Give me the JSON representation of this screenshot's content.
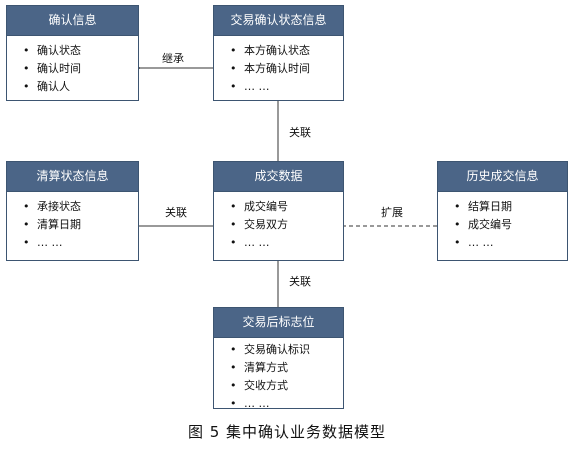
{
  "entities": {
    "confirm_info": {
      "title": "确认信息",
      "fields": [
        "确认状态",
        "确认时间",
        "确认人"
      ]
    },
    "trade_confirm_status": {
      "title": "交易确认状态信息",
      "fields": [
        "本方确认状态",
        "本方确认时间",
        "…  …"
      ]
    },
    "clearing_status": {
      "title": "清算状态信息",
      "fields": [
        "承接状态",
        "清算日期",
        "…  …"
      ]
    },
    "trade_data": {
      "title": "成交数据",
      "fields": [
        "成交编号",
        "交易双方",
        "…  …"
      ]
    },
    "history_trade": {
      "title": "历史成交信息",
      "fields": [
        "结算日期",
        "成交编号",
        "…  …"
      ]
    },
    "post_trade_flag": {
      "title": "交易后标志位",
      "fields": [
        "交易确认标识",
        "清算方式",
        "交收方式",
        "…  …"
      ]
    }
  },
  "relations": {
    "inherit": "继承",
    "assoc_top": "关联",
    "assoc_left": "关联",
    "extend": "扩展",
    "assoc_bottom": "关联"
  },
  "caption": "图 5   集中确认业务数据模型"
}
